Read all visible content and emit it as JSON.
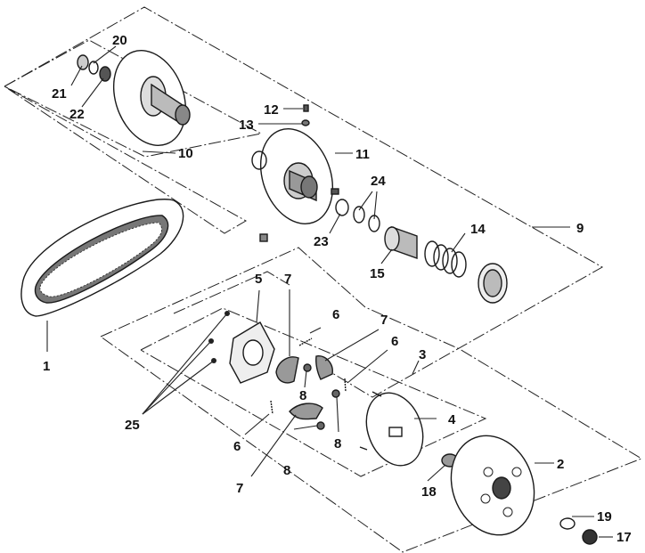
{
  "diagram": {
    "labels": {
      "l1": "1",
      "l2": "2",
      "l3": "3",
      "l4": "4",
      "l5": "5",
      "l6a": "6",
      "l6b": "6",
      "l6c": "6",
      "l7a": "7",
      "l7b": "7",
      "l7c": "7",
      "l8a": "8",
      "l8b": "8",
      "l8c": "8",
      "l9": "9",
      "l10": "10",
      "l11": "11",
      "l12": "12",
      "l13": "13",
      "l14": "14",
      "l15": "15",
      "l17": "17",
      "l18": "18",
      "l19": "19",
      "l20": "20",
      "l21": "21",
      "l22": "22",
      "l23": "23",
      "l24": "24",
      "l25": "25"
    }
  }
}
